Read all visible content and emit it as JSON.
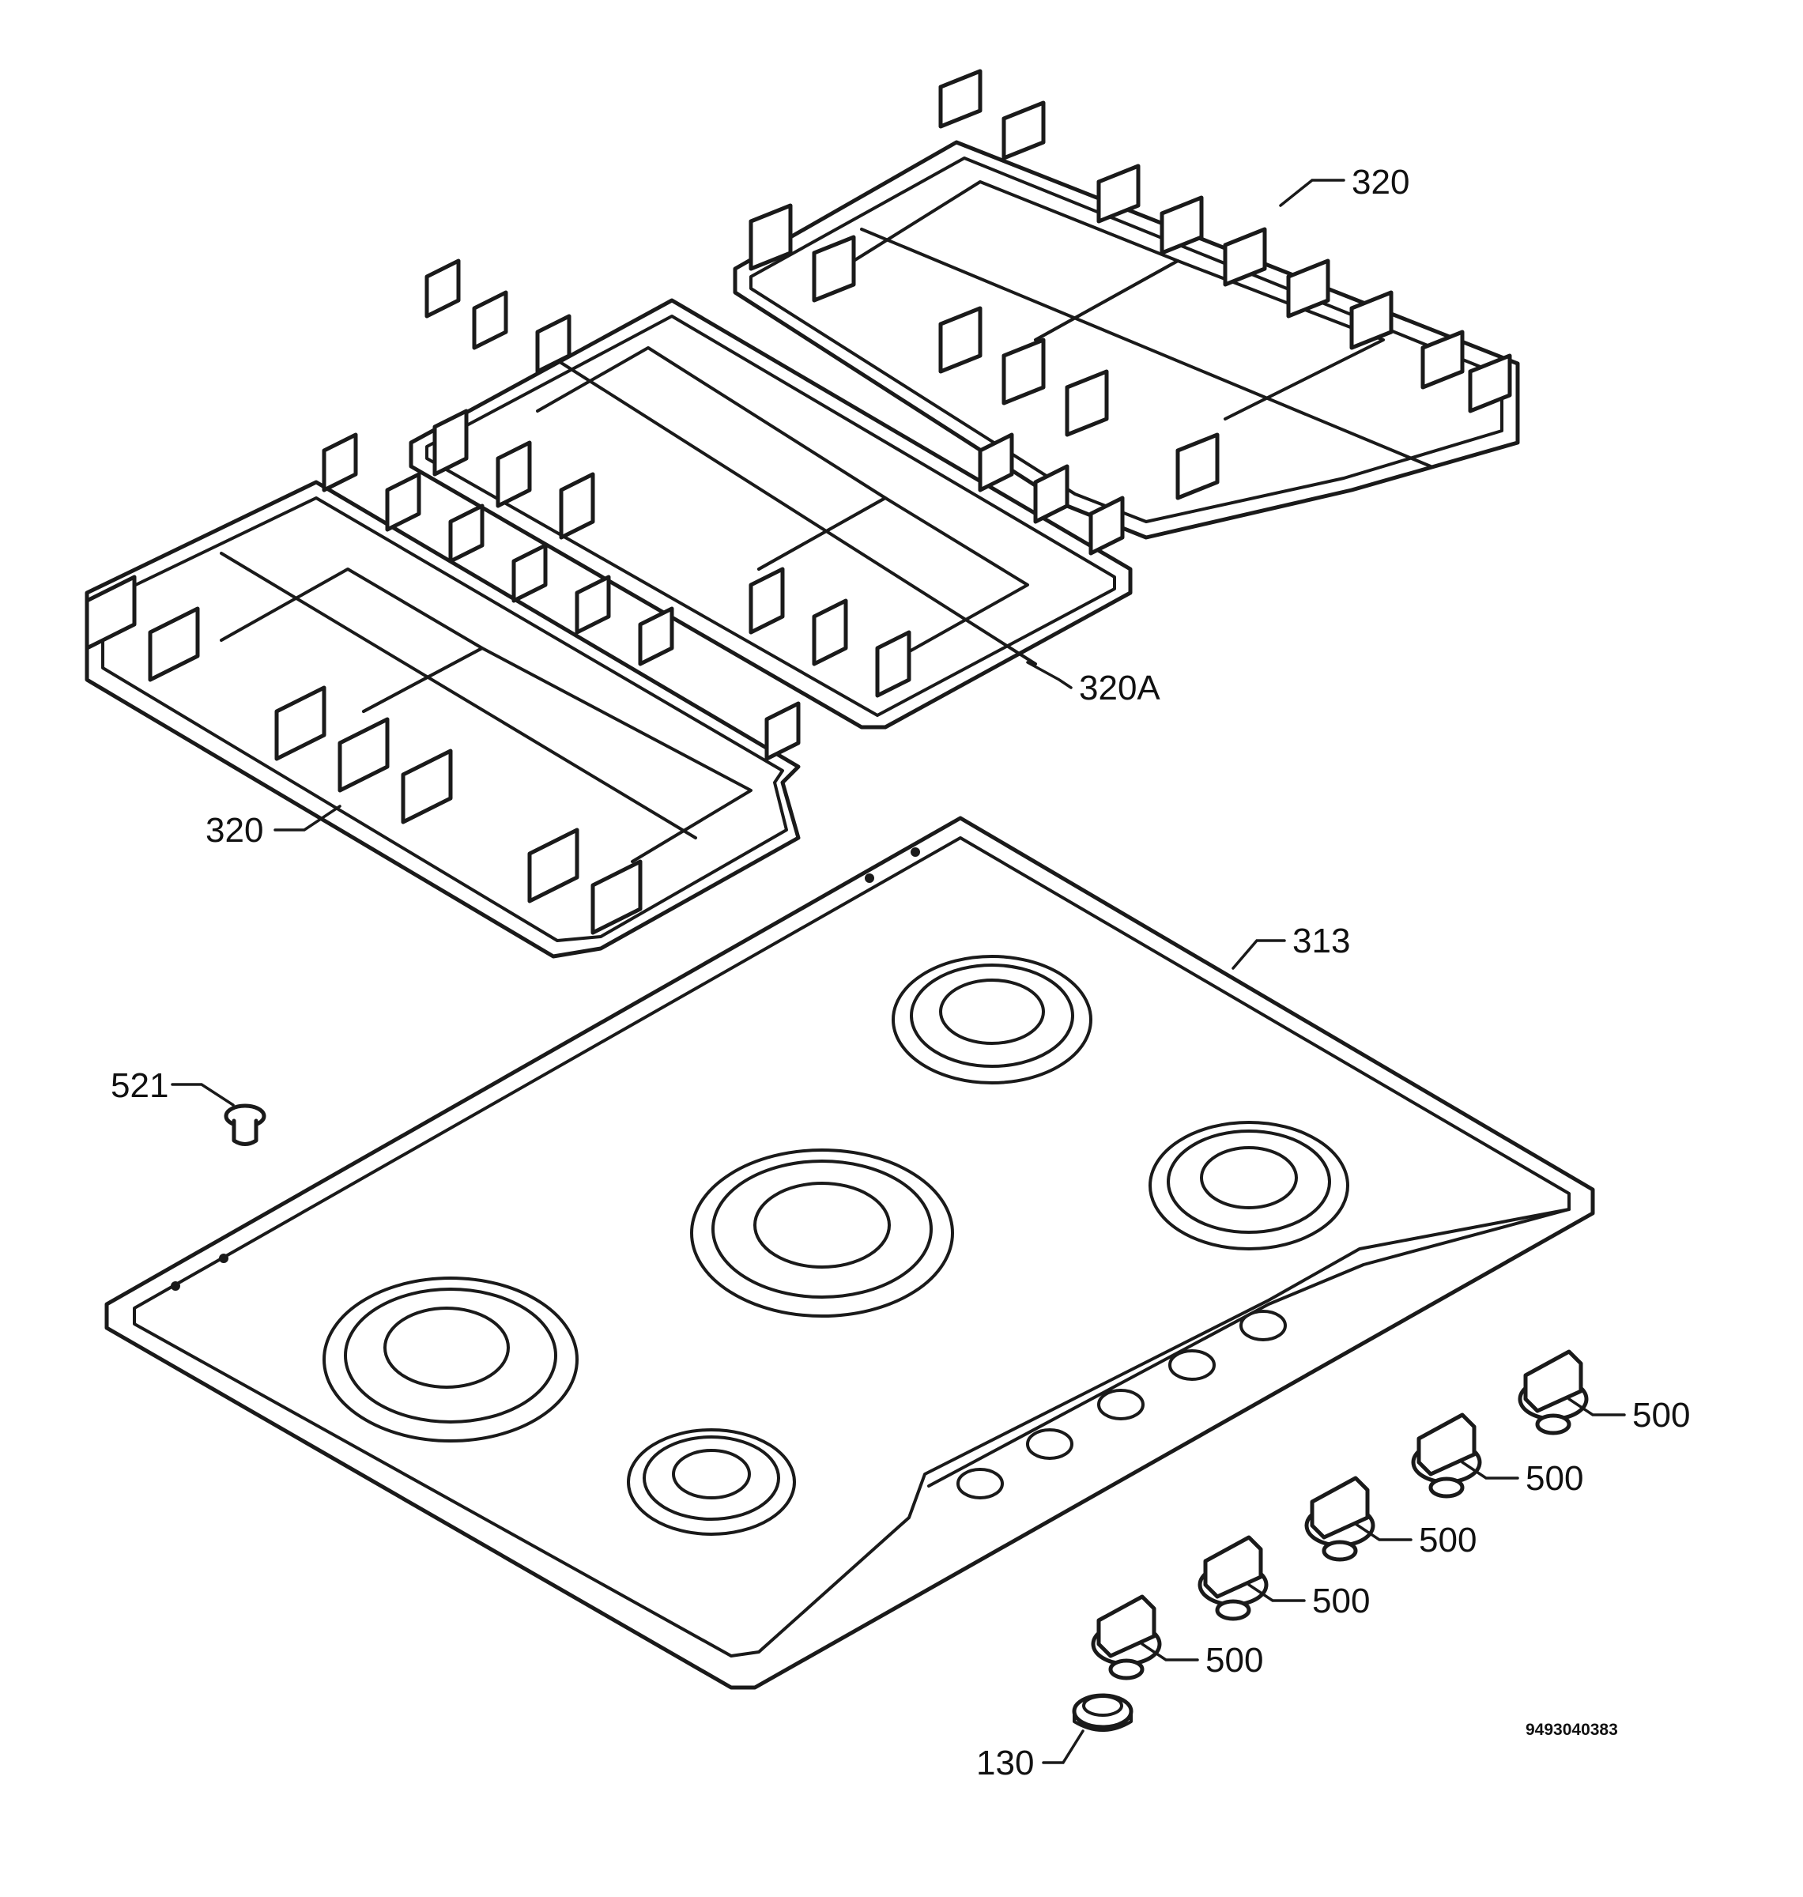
{
  "diagram": {
    "parts": [
      {
        "id": "grate_right",
        "label": "320"
      },
      {
        "id": "grate_middle",
        "label": "320A"
      },
      {
        "id": "grate_left",
        "label": "320"
      },
      {
        "id": "hob_top",
        "label": "313"
      },
      {
        "id": "screw",
        "label": "521"
      },
      {
        "id": "knob_1",
        "label": "500"
      },
      {
        "id": "knob_2",
        "label": "500"
      },
      {
        "id": "knob_3",
        "label": "500"
      },
      {
        "id": "knob_4",
        "label": "500"
      },
      {
        "id": "knob_5",
        "label": "500"
      },
      {
        "id": "knob_ring",
        "label": "130"
      }
    ],
    "drawing_number": "9493040383"
  },
  "colors": {
    "line": "#1a1a1a",
    "background": "#ffffff"
  }
}
